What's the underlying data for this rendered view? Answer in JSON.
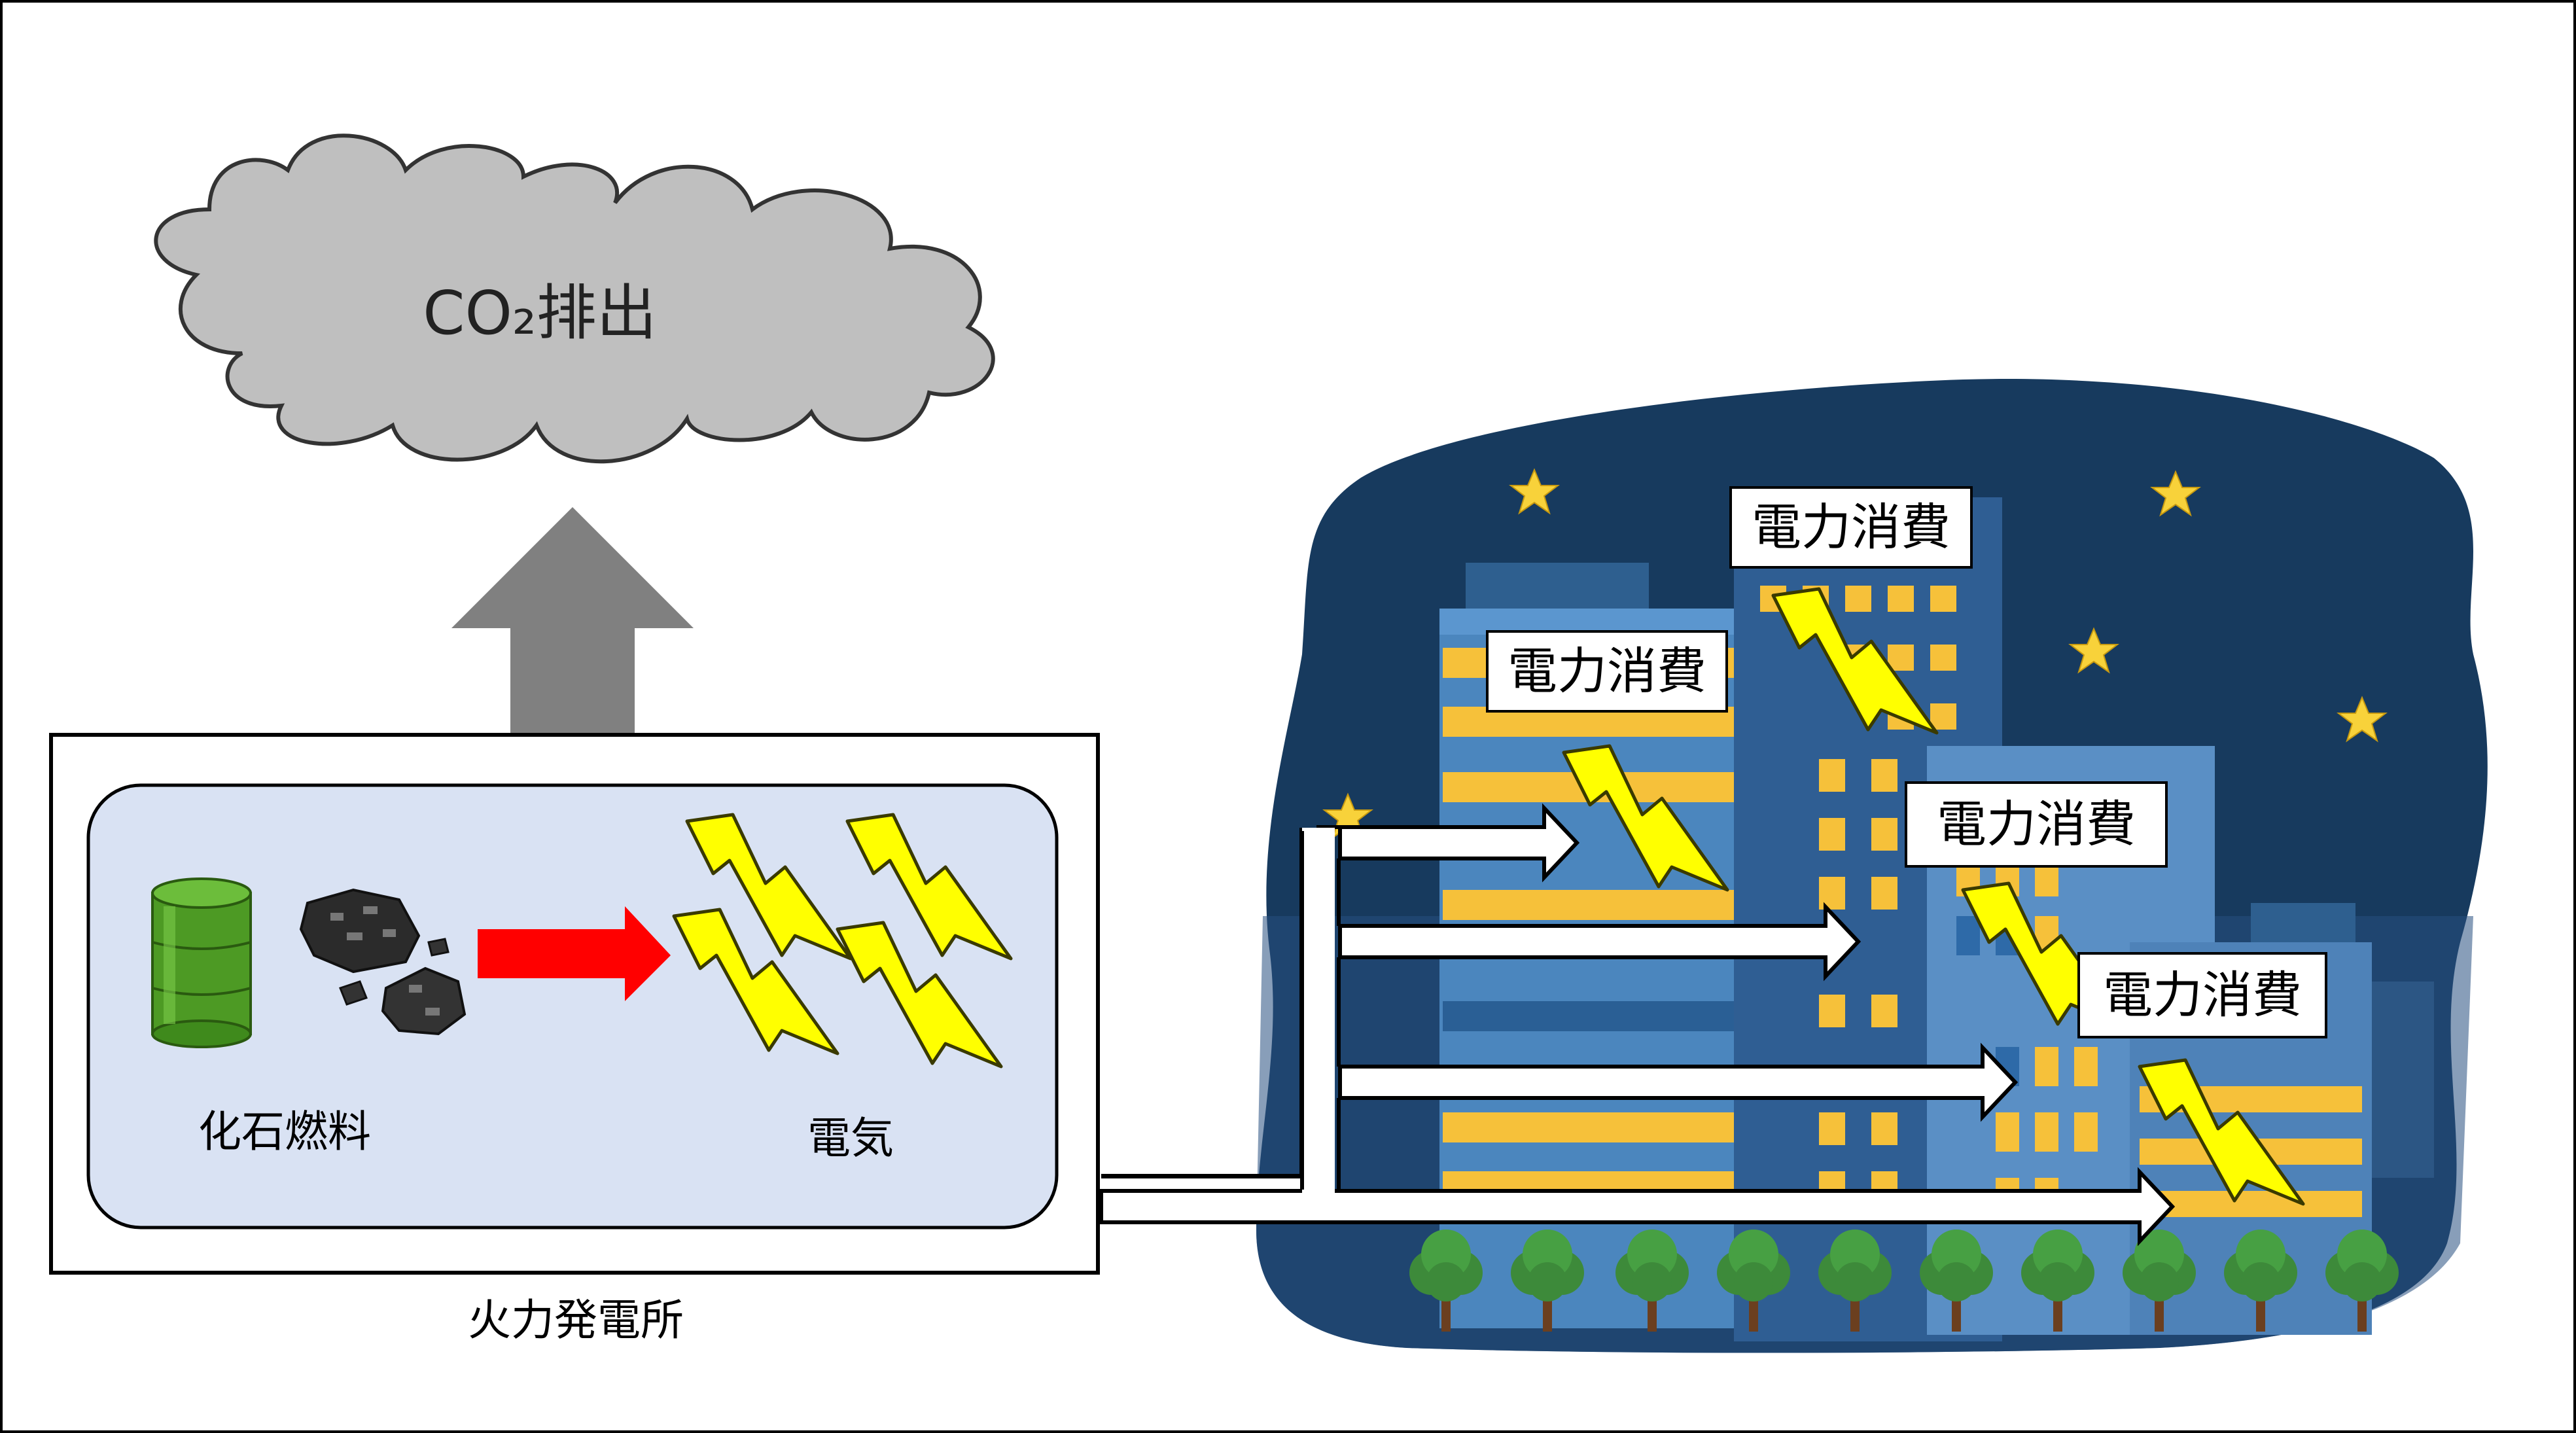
{
  "cloud": {
    "label": "CO₂排出",
    "color": "#bfbfbf"
  },
  "plant": {
    "label": "火力発電所",
    "fuel_label": "化石燃料",
    "electricity_label": "電気",
    "panel_color": "#d9e2f3"
  },
  "consumption_labels": [
    "電力消費",
    "電力消費",
    "電力消費",
    "電力消費"
  ],
  "colors": {
    "arrow_up": "#808080",
    "arrow_conversion": "#ff0000",
    "lightning": "#ffff00",
    "night_sky": "#173a5e",
    "window": "#f6c13a",
    "star": "#f8d23a"
  },
  "icons": [
    "cloud",
    "oil-drum-icon",
    "coal-icon",
    "lightning-icon",
    "building-icon",
    "tree-icon",
    "star-icon"
  ]
}
